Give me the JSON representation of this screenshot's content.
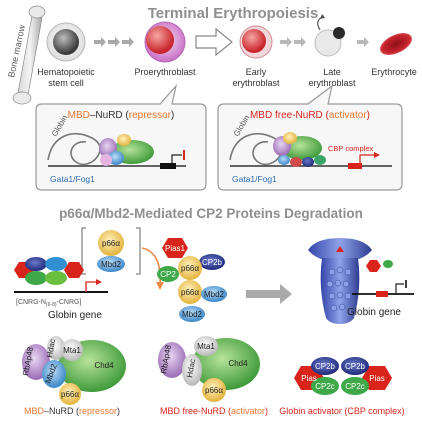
{
  "top_title": "Terminal Erythropoiesis",
  "bone_marrow_label": "Bone marrow",
  "stages": [
    "Hematopoietic stem cell",
    "Proerythroblast",
    "Early erythroblast",
    "Late erythroblast",
    "Erythrocyte"
  ],
  "stage_lines": {
    "hsc_1": "Hematopoietic",
    "hsc_2": "stem cell",
    "early_1": "Early",
    "early_2": "erythroblast",
    "late_1": "Late",
    "late_2": "erythroblast"
  },
  "left_box": {
    "title_prefix": "MBD",
    "title_mid": "–NuRD (",
    "title_role": "repressor",
    "title_suffix": ")",
    "globin": "Globin",
    "factors": "Gata1/Fog1"
  },
  "right_box": {
    "title_prefix": "MBD free-NuRD (",
    "title_role": "activator",
    "title_suffix": ")",
    "globin": "Globin",
    "factors": "Gata1/Fog1",
    "cbp": "CBP complex"
  },
  "mid_title": "p66α/Mbd2-Mediated CP2 Proteins Degradation",
  "mid": {
    "p66a": "p66α",
    "mbd2": "Mbd2",
    "seq": "[CNRG-N",
    "seq_sub": "(6-8)",
    "seq_end": "-CNRG]",
    "globin_gene": "Globin gene",
    "pias": "Pias1",
    "cp2": "CP2",
    "cp2b": "CP2b",
    "globin_gene_2": "Globin gene"
  },
  "bottom": {
    "left_caption_prefix": "MBD",
    "left_caption_mid": "–NuRD (",
    "left_caption_role": "repressor",
    "left_caption_suffix": ")",
    "mid_caption_prefix": "MBD free-NuRD (",
    "mid_caption_role": "activator",
    "mid_caption_suffix": ")",
    "right_caption": "Globin activator (CBP complex)",
    "rbap48": "RbAp48",
    "hdac": "Hdac",
    "mta1": "Mta1",
    "chd4": "Chd4",
    "mbd2": "Mbd2",
    "p66a": "p66α",
    "pias": "Pias",
    "cp2b": "CP2b",
    "cp2c": "CP2c"
  }
}
